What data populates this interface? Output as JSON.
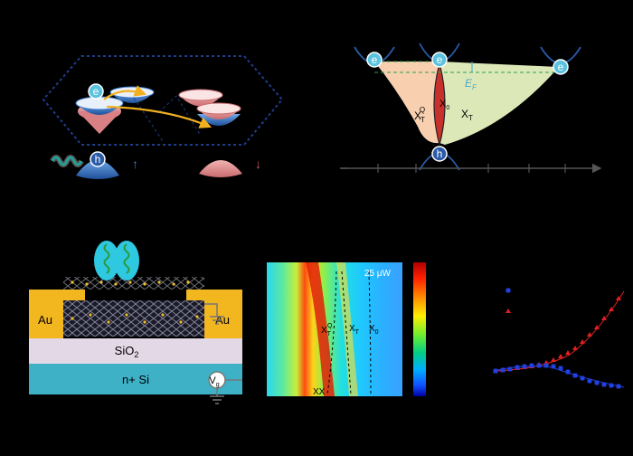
{
  "panel_a": {
    "electron_symbol": "e",
    "hole_symbol": "h",
    "spin_up": "↑",
    "spin_down": "↓",
    "colors": {
      "blue_valley": "#3a78c8",
      "pink_valley": "#e08f92",
      "arrow": "#f2b01e",
      "brillouin_zone": "#1f3d8a",
      "photon": "#1aa89c"
    }
  },
  "panel_b": {
    "electron_symbol": "e",
    "hole_symbol": "h",
    "fermi_label": "E",
    "fermi_sub": "F",
    "xtq_main": "X",
    "xtq_sub": "T",
    "xtq_sup": "Q",
    "x0_main": "X",
    "x0_sub": "0",
    "xt_main": "X",
    "xt_sub": "T",
    "colors": {
      "xtq_region": "#f8d0b0",
      "xt_region": "#dde8b8",
      "x0_region": "#c8302c",
      "axis": "#555555"
    }
  },
  "panel_c": {
    "au_left": "Au",
    "au_right": "Au",
    "sio2": "SiO",
    "sio2_sub": "2",
    "nsi": "n+ Si",
    "vg_main": "V",
    "vg_sub": "g",
    "colors": {
      "au": "#f2b61f",
      "sio2": "#e3d8e6",
      "si": "#3eb1c6",
      "lattice": "#9aa8c8"
    }
  },
  "panel_d": {
    "power_label": "25 μW",
    "xtq_main": "X",
    "xtq_sub": "T",
    "xtq_sup": "Q",
    "xt_main": "X",
    "xt_sub": "T",
    "x0_main": "X",
    "x0_sub": "0",
    "xx_label": "XX",
    "colorbar": [
      "#b00000",
      "#ff2000",
      "#ff9900",
      "#ffee00",
      "#66ee33",
      "#00cc88",
      "#00b0ff",
      "#1050ff",
      "#0000a0"
    ]
  },
  "panel_e": {
    "colors": {
      "red_series": "#e02020",
      "blue_series": "#2040e0"
    }
  }
}
